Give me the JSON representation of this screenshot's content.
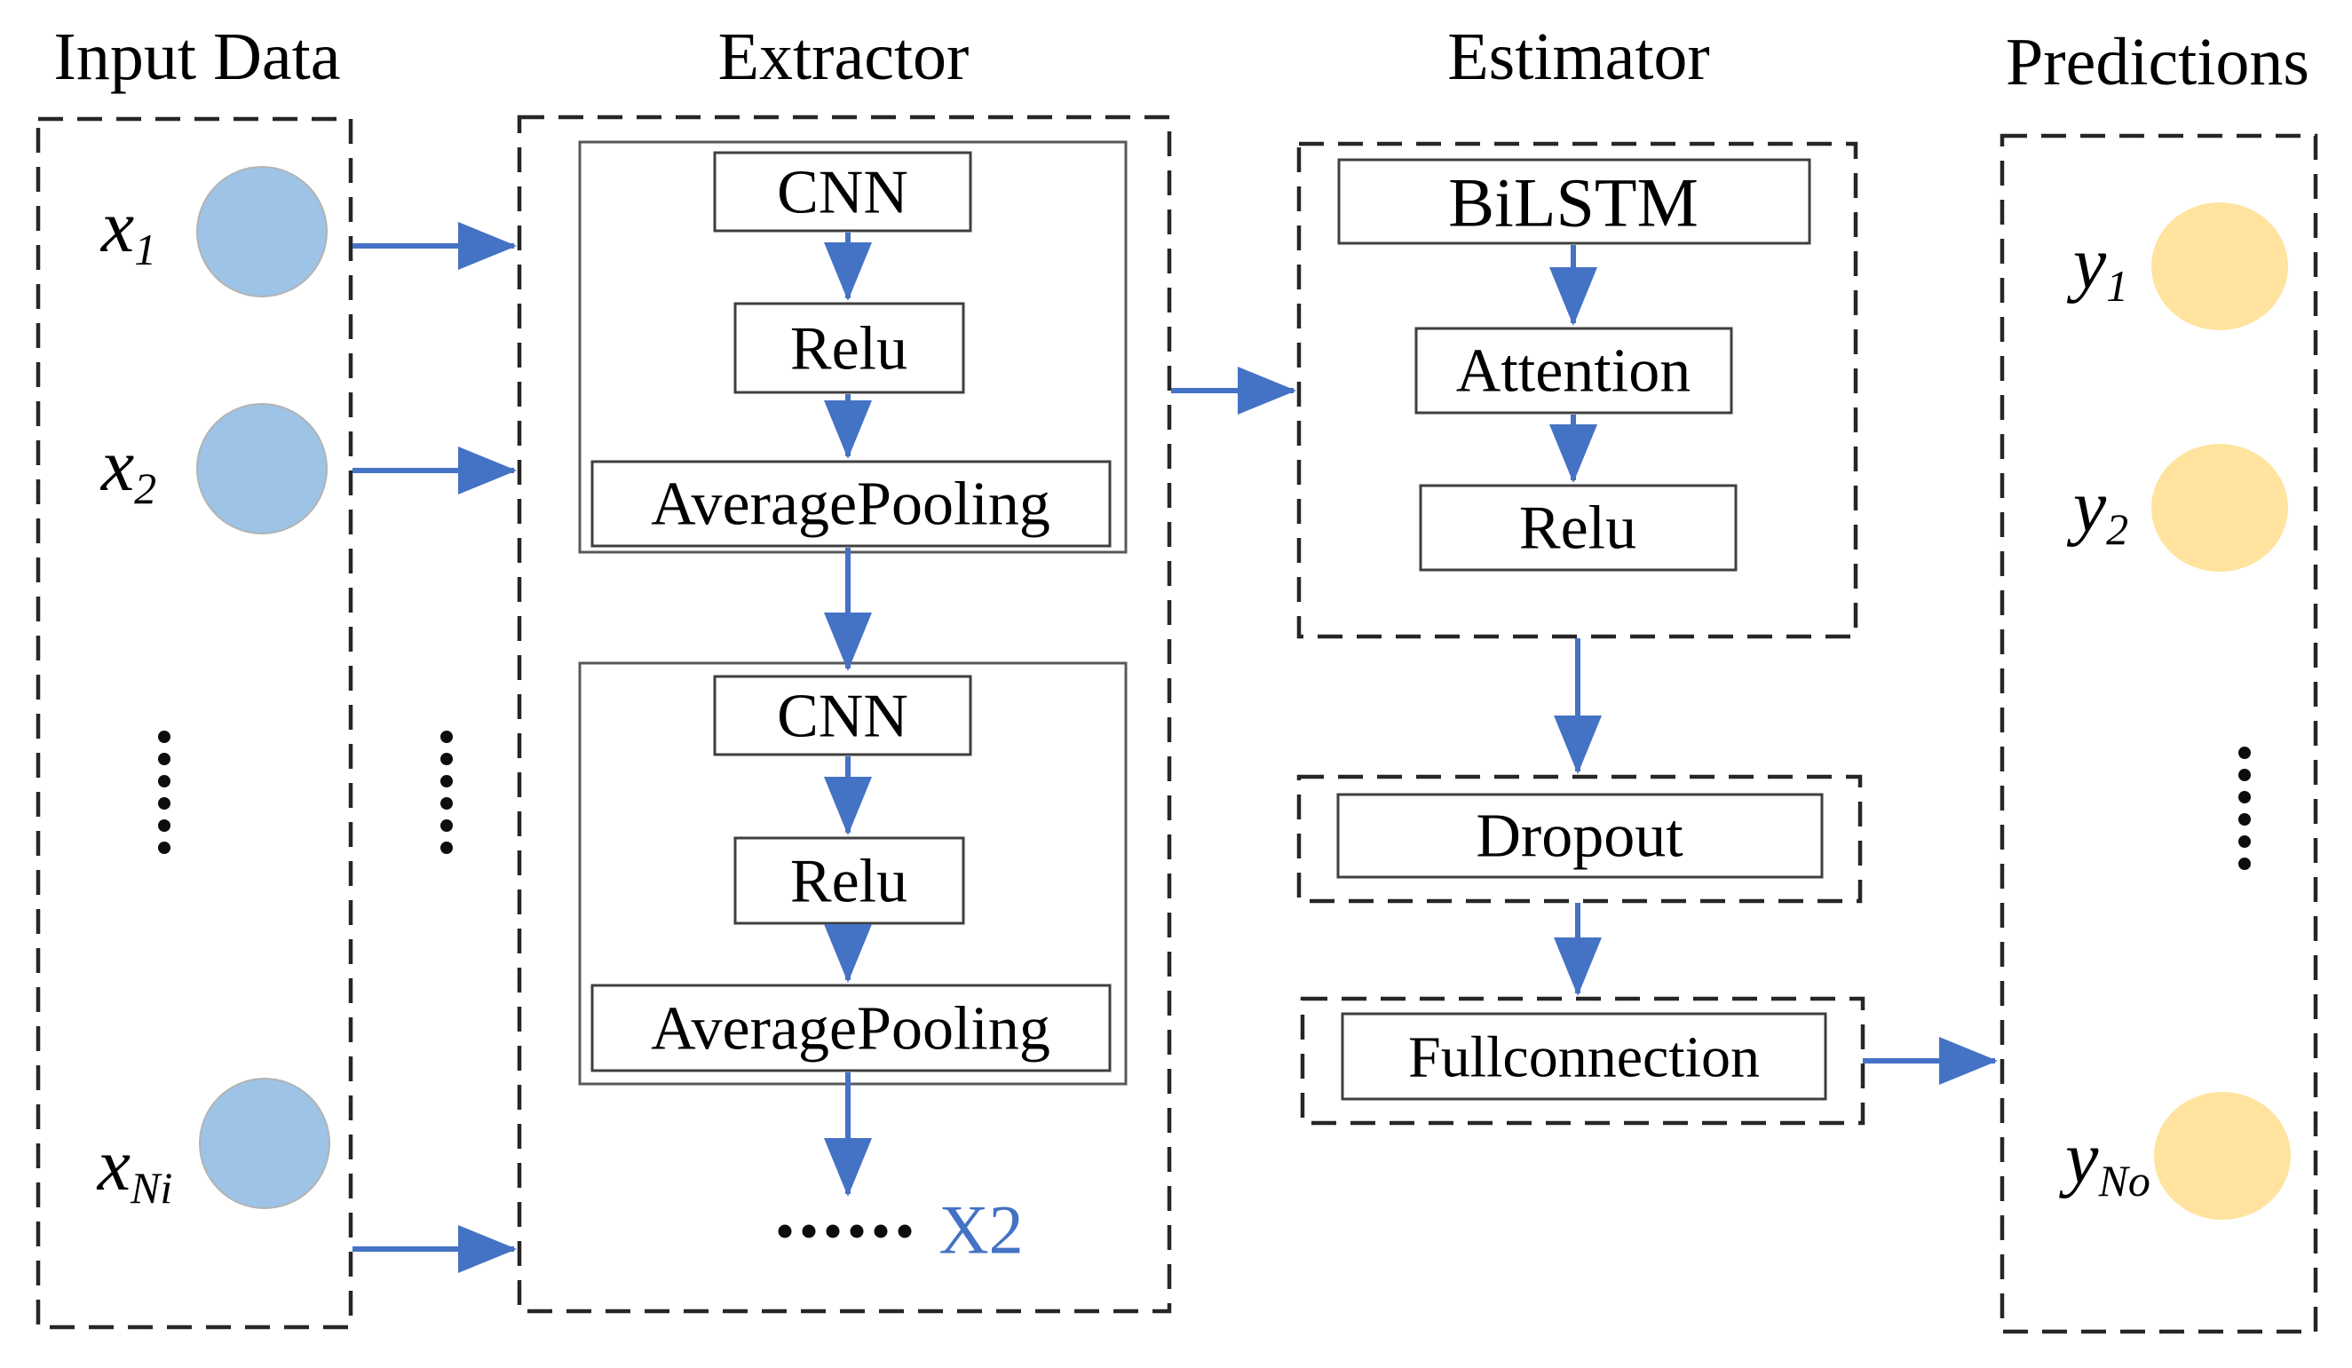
{
  "figure": {
    "input": {
      "title": "Input Data",
      "nodes": [
        {
          "base": "x",
          "sub": "1"
        },
        {
          "base": "x",
          "sub": "2"
        },
        {
          "base": "x",
          "sub": "Ni"
        }
      ]
    },
    "extractor": {
      "title": "Extractor",
      "block1": {
        "layers": [
          "CNN",
          "Relu",
          "AveragePooling"
        ]
      },
      "block2": {
        "layers": [
          "CNN",
          "Relu",
          "AveragePooling"
        ]
      },
      "repeat_label": "X2"
    },
    "estimator": {
      "title": "Estimator",
      "layers": [
        "BiLSTM",
        "Attention",
        "Relu"
      ],
      "dropout_label": "Dropout",
      "fullconnection_label": "Fullconnection"
    },
    "predictions": {
      "title": "Predictions",
      "nodes": [
        {
          "base": "y",
          "sub": "1"
        },
        {
          "base": "y",
          "sub": "2"
        },
        {
          "base": "y",
          "sub": "No"
        }
      ]
    },
    "colors": {
      "input_node_fill": "#9DC3E6",
      "output_node_fill": "#FFE39E",
      "arrow": "#4472C4",
      "repeat_label_color": "#4472C4",
      "dashed_border": "#262626",
      "box_border": "#3f3f3f"
    }
  }
}
